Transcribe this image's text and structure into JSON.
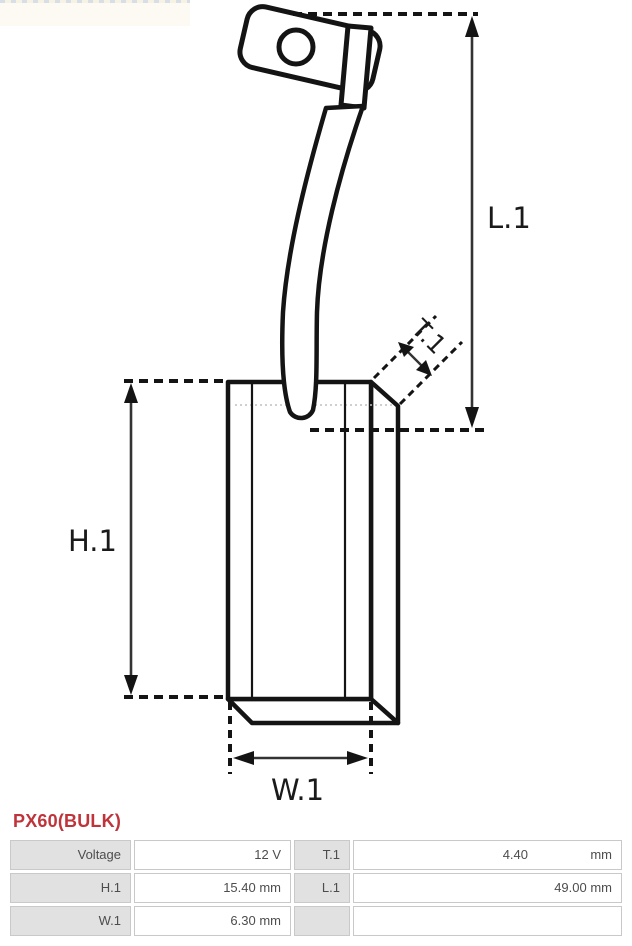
{
  "product": {
    "code": "PX60(BULK)"
  },
  "diagram": {
    "dimension_labels": {
      "length": "L.1",
      "height": "H.1",
      "width": "W.1",
      "thickness": "T.1"
    }
  },
  "spec_table": {
    "rows": [
      {
        "p1_label": "Voltage",
        "p1_value": "12 V",
        "p2_label": "T.1",
        "p2_value": "4.40",
        "p2_unit": "mm"
      },
      {
        "p1_label": "H.1",
        "p1_value": "15.40 mm",
        "p2_label": "L.1",
        "p2_value": "49.00 mm"
      },
      {
        "p1_label": "W.1",
        "p1_value": "6.30 mm",
        "p2_label": "",
        "p2_value": ""
      }
    ]
  },
  "colors": {
    "accent_red": "#bf343b",
    "drawing_line": "#141414",
    "dimension_line": "#333333",
    "label_cell_bg": "#e1e1e1",
    "cell_border": "#c9c9c9",
    "table_text": "#4d4d4d"
  }
}
